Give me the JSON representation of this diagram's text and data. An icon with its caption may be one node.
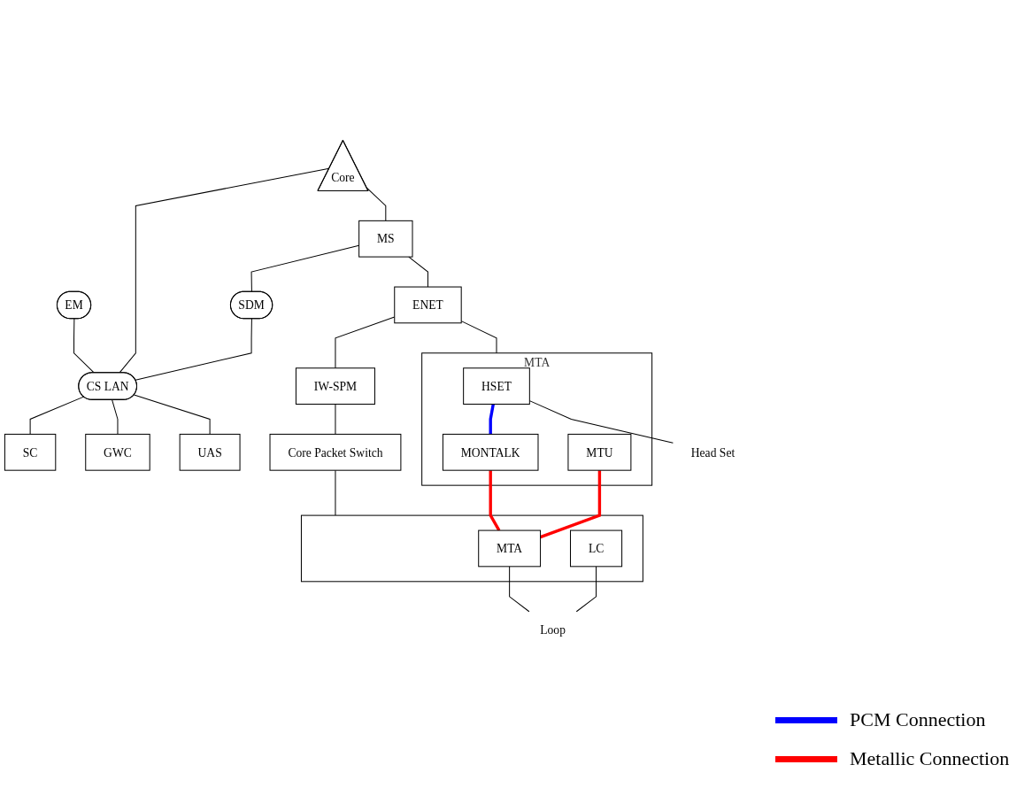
{
  "diagram": {
    "nodes": [
      {
        "text": [
          "Core"
        ]
      },
      {
        "text": [
          "EM"
        ]
      },
      {
        "text": [
          "CS LAN"
        ]
      },
      {
        "text": [
          "MS"
        ]
      },
      {
        "text": [
          "SDM"
        ]
      },
      {
        "text": [
          "SC"
        ]
      },
      {
        "text": [
          "GWC"
        ]
      },
      {
        "text": [
          "UAS"
        ]
      },
      {
        "text": [
          "ENET"
        ]
      },
      {
        "text": [
          "MTA"
        ]
      },
      {
        "text": [
          "HSET"
        ],
        "in": 9
      },
      {
        "text": [
          "MONTALK"
        ],
        "in": 9
      },
      {
        "text": [
          "MTU"
        ],
        "in": 9
      },
      {
        "text": [
          "IW-SPM"
        ]
      },
      {
        "text": [
          "Core Packet Switch"
        ]
      },
      {
        "text": [],
        "shape": "box"
      },
      {
        "text": [
          "MTA"
        ],
        "in": 15
      },
      {
        "text": [
          "LC"
        ],
        "in": 15
      },
      {
        "text": [
          "Head Set"
        ]
      },
      {
        "text": [
          "Loop"
        ]
      }
    ],
    "edges": [
      {
        "from": 1,
        "to": 2,
        "arrow": "none"
      },
      {
        "from": 0,
        "to": 2,
        "arrow": "none"
      },
      {
        "from": 4,
        "to": 2,
        "arrow": "none"
      },
      {
        "from": 0,
        "to": 3,
        "arrow": "none"
      },
      {
        "from": 3,
        "to": 4,
        "arrow": "none"
      },
      {
        "from": 2,
        "to": 5,
        "arrow": "none"
      },
      {
        "from": 2,
        "to": 6,
        "arrow": "none"
      },
      {
        "from": 2,
        "to": 7,
        "arrow": "none"
      },
      {
        "from": 3,
        "to": 8,
        "arrow": "none"
      },
      {
        "from": 8,
        "to": 9,
        "arrow": "none"
      },
      {
        "from": 8,
        "to": 13,
        "arrow": "none"
      },
      {
        "from": 10,
        "to": 11,
        "arrow": "none",
        "style": "thick",
        "color": "#0000ff"
      },
      {
        "from": 11,
        "to": 16,
        "arrow": "none",
        "style": "thick",
        "color": "#ff0000"
      },
      {
        "from": 12,
        "to": 16,
        "arrow": "none",
        "style": "thick",
        "color": "#ff0000"
      },
      {
        "from": 13,
        "to": 14,
        "arrow": "none"
      },
      {
        "from": 14,
        "to": 15,
        "arrow": "none"
      },
      {
        "from": 10,
        "to": 18,
        "arrow": "none"
      },
      {
        "from": 16,
        "to": 19,
        "arrow": "none"
      },
      {
        "from": 17,
        "to": 19,
        "arrow": "none"
      }
    ],
    "legend": [
      {
        "text": "PCM Connection",
        "color": "#0000ff"
      },
      {
        "text": "Metallic Connection",
        "color": "#ff0000"
      }
    ]
  }
}
